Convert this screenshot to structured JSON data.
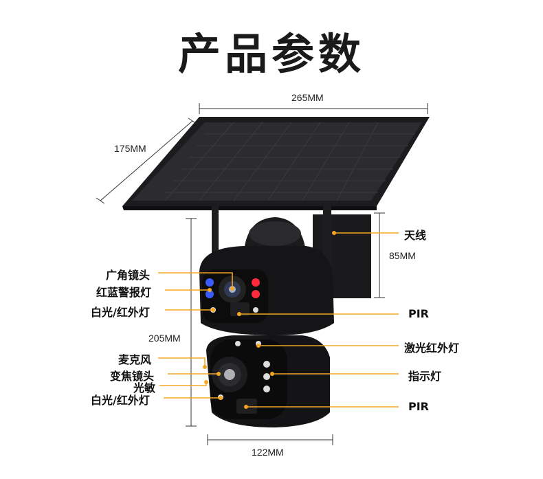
{
  "title": "产品参数",
  "dimensions": {
    "panel_width": "265MM",
    "panel_depth": "175MM",
    "side_height": "85MM",
    "body_height": "205MM",
    "body_width": "122MM"
  },
  "labels_left": {
    "wide_lens": "广角镜头",
    "red_blue_alarm": "红蓝警报灯",
    "white_ir_top": "白光/红外灯",
    "microphone": "麦克风",
    "zoom_lens": "变焦镜头",
    "light_sensor": "光敏",
    "white_ir_bottom": "白光/红外灯"
  },
  "labels_right": {
    "antenna": "天线",
    "pir_top": "PIR",
    "laser_ir": "激光红外灯",
    "indicator": "指示灯",
    "pir_bottom": "PIR"
  },
  "colors": {
    "leader": "#f5a623",
    "body": "#141416",
    "panel": "#2a2a2e"
  }
}
